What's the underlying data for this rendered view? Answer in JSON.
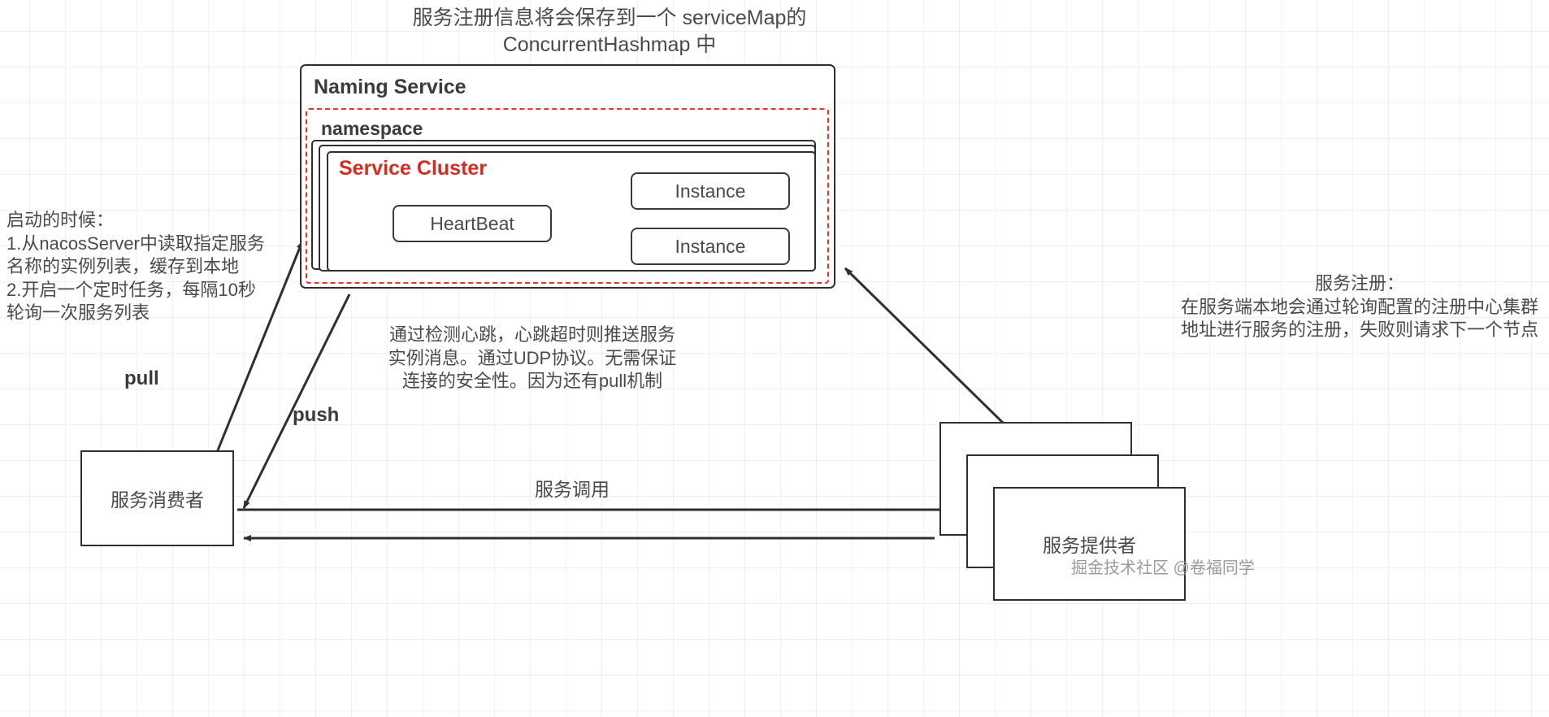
{
  "diagram": {
    "title_note": "服务注册信息将会保存到一个 serviceMap的\nConcurrentHashmap 中",
    "naming_service": {
      "label": "Naming Service",
      "namespace_label": "namespace",
      "cluster_label": "Service Cluster",
      "heartbeat_label": "HeartBeat",
      "instance_1_label": "Instance",
      "instance_2_label": "Instance"
    },
    "notes": {
      "startup": "启动的时候：\n1.从nacosServer中读取指定服务\n名称的实例列表，缓存到本地\n2.开启一个定时任务，每隔10秒\n轮询一次服务列表",
      "push_detail": "通过检测心跳，心跳超时则推送服务\n实例消息。通过UDP协议。无需保证\n连接的安全性。因为还有pull机制",
      "register_detail": "服务注册：\n在服务端本地会通过轮询配置的注册中心集群\n地址进行服务的注册，失败则请求下一个节点"
    },
    "edges": {
      "pull": "pull",
      "push": "push",
      "invoke": "服务调用"
    },
    "consumer": {
      "label": "服务消费者"
    },
    "provider": {
      "label": "服务提供者"
    },
    "watermark": "掘金技术社区 @卷福同学",
    "colors": {
      "accent_red": "#ee3124",
      "cluster_red": "#d62b20",
      "stroke": "#2f2f2f",
      "text": "#4a4a4a"
    }
  }
}
